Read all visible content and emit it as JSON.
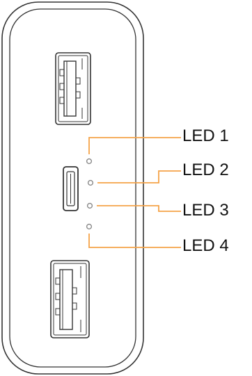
{
  "colors": {
    "outline": "#333333",
    "leader": "#f5a348",
    "led": "#8a8a8a",
    "label": "#111111"
  },
  "components": {
    "top_port": "usb-a-port",
    "middle_port": "micro-usb-port",
    "bottom_port": "usb-a-port",
    "indicator_count": 4
  },
  "labels": [
    {
      "text": "LED 1"
    },
    {
      "text": "LED 2"
    },
    {
      "text": "LED 3"
    },
    {
      "text": "LED 4"
    }
  ]
}
